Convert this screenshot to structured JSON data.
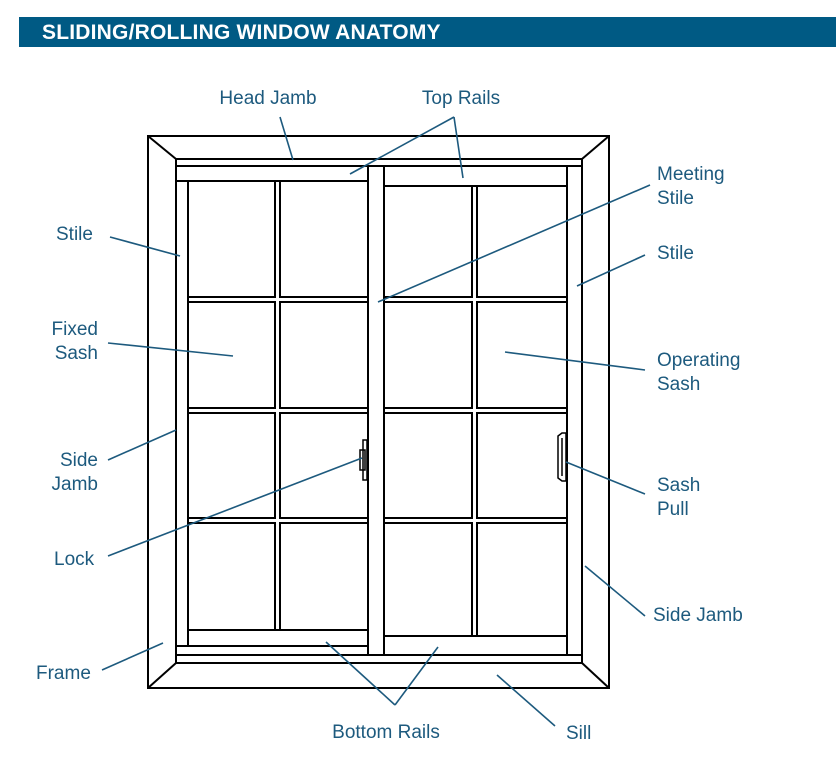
{
  "title": "SLIDING/ROLLING WINDOW ANATOMY",
  "labels": {
    "head_jamb": "Head Jamb",
    "top_rails": "Top Rails",
    "meeting_stile": [
      "Meeting",
      "Stile"
    ],
    "stile_left": "Stile",
    "stile_right": "Stile",
    "fixed_sash": [
      "Fixed",
      "Sash"
    ],
    "operating_sash": [
      "Operating",
      "Sash"
    ],
    "side_jamb_left": [
      "Side",
      "Jamb"
    ],
    "sash_pull": [
      "Sash",
      "Pull"
    ],
    "lock": "Lock",
    "side_jamb_right": "Side Jamb",
    "frame": "Frame",
    "bottom_rails": "Bottom Rails",
    "sill": "Sill"
  },
  "colors": {
    "banner": "#005a84",
    "label_text": "#1d5a7e",
    "line": "#1d5a7e",
    "window_outline": "#000000"
  }
}
